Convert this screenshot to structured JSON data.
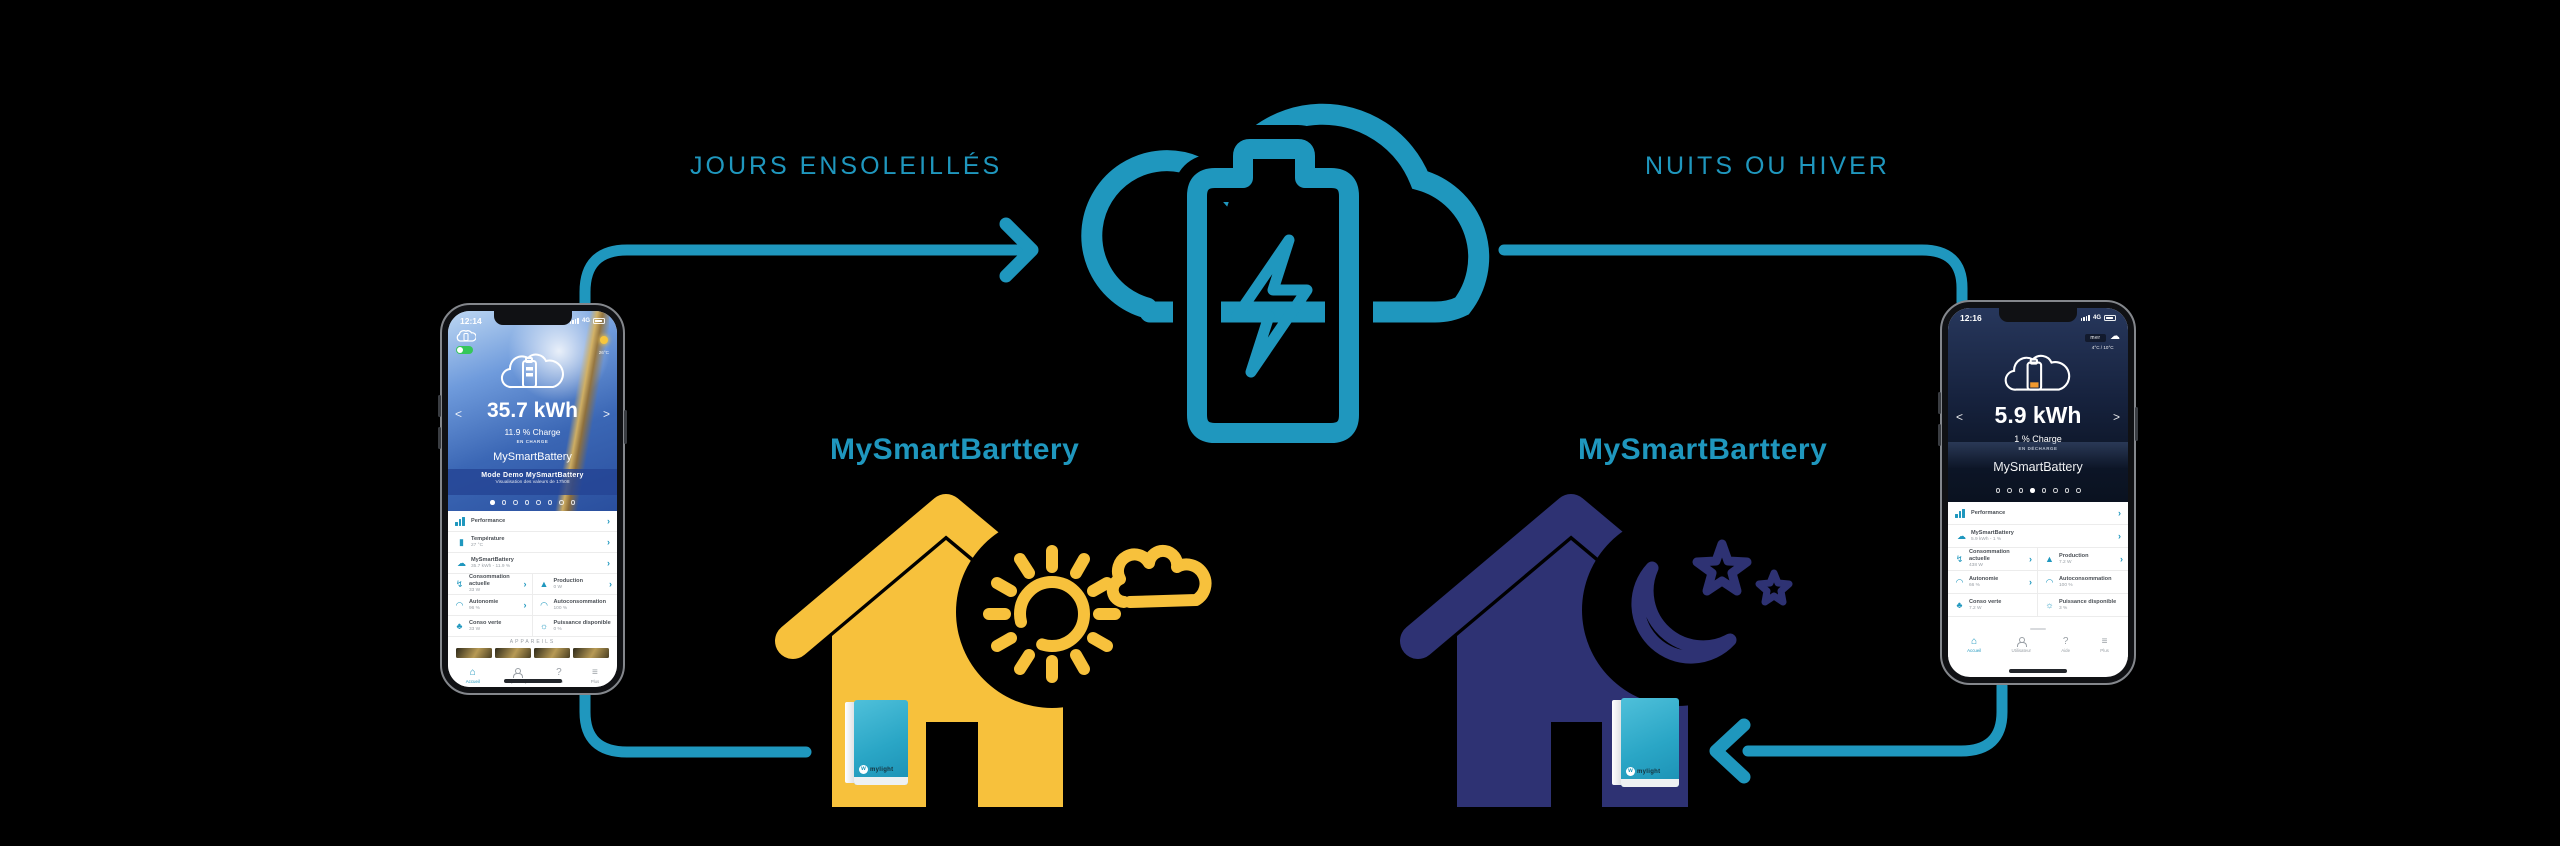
{
  "colors": {
    "teal": "#1F97BE",
    "yellow": "#F7C13C",
    "navy": "#2E3273",
    "black": "#000000"
  },
  "scene": {
    "path_label_left": "JOURS ENSOLEILLÉS",
    "path_label_right": "NUITS OU HIVER",
    "brand_label_left": "MySmartBarttery",
    "brand_label_right": "MySmartBarttery"
  },
  "device_box": {
    "logo_mark": "w",
    "logo_text": "mylight"
  },
  "left_phone": {
    "status_time": "12:14",
    "status_network": "4G",
    "weather_temp": "26°C",
    "energy_value": "35.7 kWh",
    "carousel_prev": "<",
    "carousel_next": ">",
    "charge_percent": "11.9 % Charge",
    "charge_state": "EN CHARGE",
    "system_name": "MySmartBattery",
    "banner_title": "Mode Demo MySmartBattery",
    "banner_subtitle": "Visualisation des valeurs de 17h08",
    "dot_count": 8,
    "active_dot": 0,
    "rows": [
      {
        "icon": "bars",
        "label": "Performance",
        "value": "",
        "chevron": "›"
      },
      {
        "icon": "thermo",
        "label": "Température",
        "value": "27 °C",
        "chevron": "›"
      },
      {
        "icon": "cloud",
        "label": "MySmartBattery",
        "value": "35.7 kWh - 11.9 %",
        "chevron": "›"
      }
    ],
    "grid": [
      {
        "icon": "plug",
        "label": "Consommation actuelle",
        "value": "33 W",
        "chevron": "›"
      },
      {
        "icon": "prod",
        "label": "Production",
        "value": "0 W",
        "chevron": "›"
      },
      {
        "icon": "gauge",
        "label": "Autonomie",
        "value": "96 %",
        "chevron": "›"
      },
      {
        "icon": "gauge",
        "label": "Autoconsommation",
        "value": "100 %",
        "chevron": ""
      },
      {
        "icon": "leaf",
        "label": "Conso verte",
        "value": "33 W",
        "chevron": ""
      },
      {
        "icon": "power",
        "label": "Puissance disponible",
        "value": "0 %",
        "chevron": ""
      }
    ],
    "devices_header": "APPAREILS",
    "nav": [
      {
        "icon": "home",
        "label": "Accueil",
        "active": true
      },
      {
        "icon": "user",
        "label": "MyBattery",
        "active": false
      },
      {
        "icon": "help",
        "label": "Aide",
        "active": false
      },
      {
        "icon": "menu",
        "label": "Plus",
        "active": false
      }
    ]
  },
  "right_phone": {
    "status_time": "12:16",
    "status_network": "4G",
    "weather_day": "mer",
    "weather_temp": "4°C / 10°C",
    "energy_value": "5.9 kWh",
    "carousel_prev": "<",
    "carousel_next": ">",
    "charge_percent": "1 % Charge",
    "charge_state": "EN DÉCHARGE",
    "system_name": "MySmartBattery",
    "dot_count": 8,
    "active_dot": 3,
    "rows": [
      {
        "icon": "bars",
        "label": "Performance",
        "value": "",
        "chevron": "›"
      },
      {
        "icon": "cloud",
        "label": "MySmartBattery",
        "value": "5.9 kWh - 1 %",
        "chevron": "›"
      }
    ],
    "grid": [
      {
        "icon": "plug",
        "label": "Consommation actuelle",
        "value": "438 W",
        "chevron": "›"
      },
      {
        "icon": "prod",
        "label": "Production",
        "value": "7.2 W",
        "chevron": "›"
      },
      {
        "icon": "gauge",
        "label": "Autonomie",
        "value": "66 %",
        "chevron": "›"
      },
      {
        "icon": "gauge",
        "label": "Autoconsommation",
        "value": "100 %",
        "chevron": ""
      },
      {
        "icon": "leaf",
        "label": "Conso verte",
        "value": "7.2 W",
        "chevron": ""
      },
      {
        "icon": "power",
        "label": "Puissance disponible",
        "value": "3 %",
        "chevron": ""
      }
    ],
    "nav": [
      {
        "icon": "home",
        "label": "Accueil",
        "active": true
      },
      {
        "icon": "user",
        "label": "Utilisateur",
        "active": false
      },
      {
        "icon": "help",
        "label": "Aide",
        "active": false
      },
      {
        "icon": "menu",
        "label": "Plus",
        "active": false
      }
    ]
  }
}
